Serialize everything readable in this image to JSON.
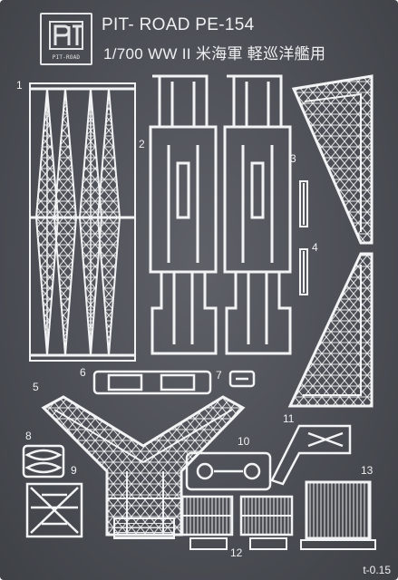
{
  "logo": {
    "text": "PIT-ROAD",
    "icon": "pit-road-logo"
  },
  "title": {
    "line1": "PIT- ROAD PE-154",
    "line2": "1/700 WW II  米海軍 軽巡洋艦用"
  },
  "part_numbers": [
    "1",
    "2",
    "3",
    "4",
    "5",
    "6",
    "7",
    "8",
    "9",
    "10",
    "11",
    "12",
    "13"
  ],
  "thickness": "t-0.15",
  "colors": {
    "sheet": "#4c4f55",
    "etch": "#f2f3f4",
    "text": "#eef0f2"
  }
}
